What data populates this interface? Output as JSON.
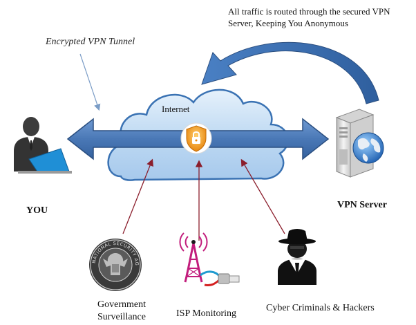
{
  "labels": {
    "routing_note": "All traffic is routed through the secured VPN Server, Keeping You Anonymous",
    "tunnel": "Encrypted VPN Tunnel",
    "internet": "Internet",
    "you": "YOU",
    "vpn_server": "VPN Server",
    "government": "Government Surveillance",
    "isp": "ISP Monitoring",
    "cyber": "Cyber Criminals & Hackers"
  },
  "seal": {
    "text": "NATIONAL SECURITY AGENCY"
  },
  "icons": [
    "user-laptop-icon",
    "vpn-server-icon",
    "padlock-icon",
    "nsa-seal-icon",
    "cell-tower-icon",
    "network-cable-icon",
    "hacker-icon"
  ],
  "colors": {
    "tunnel_fill": "#4a78b6",
    "tunnel_stroke": "#2b4f80",
    "cloud_fill": "#bcd8f2",
    "cloud_stroke": "#3a72b3",
    "curve_arrow": "#3b6fb2",
    "threat_line": "#8b1e2c",
    "lock_orange": "#f0a020",
    "tower_magenta": "#c21d7c"
  }
}
